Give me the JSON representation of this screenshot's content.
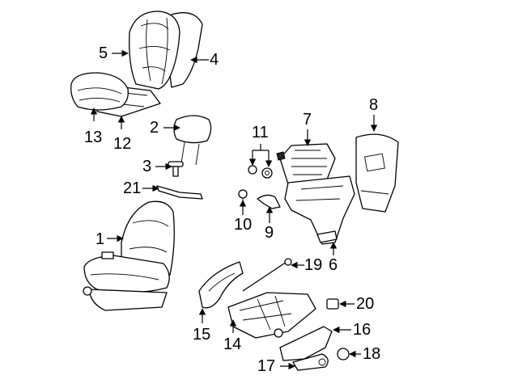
{
  "diagram": {
    "callouts": [
      {
        "id": "c1",
        "label": "1"
      },
      {
        "id": "c2",
        "label": "2"
      },
      {
        "id": "c3",
        "label": "3"
      },
      {
        "id": "c4",
        "label": "4"
      },
      {
        "id": "c5",
        "label": "5"
      },
      {
        "id": "c6",
        "label": "6"
      },
      {
        "id": "c7",
        "label": "7"
      },
      {
        "id": "c8",
        "label": "8"
      },
      {
        "id": "c9",
        "label": "9"
      },
      {
        "id": "c10",
        "label": "10"
      },
      {
        "id": "c11",
        "label": "11"
      },
      {
        "id": "c12",
        "label": "12"
      },
      {
        "id": "c13",
        "label": "13"
      },
      {
        "id": "c14",
        "label": "14"
      },
      {
        "id": "c15",
        "label": "15"
      },
      {
        "id": "c16",
        "label": "16"
      },
      {
        "id": "c17",
        "label": "17"
      },
      {
        "id": "c18",
        "label": "18"
      },
      {
        "id": "c19",
        "label": "19"
      },
      {
        "id": "c20",
        "label": "20"
      },
      {
        "id": "c21",
        "label": "21"
      }
    ]
  }
}
